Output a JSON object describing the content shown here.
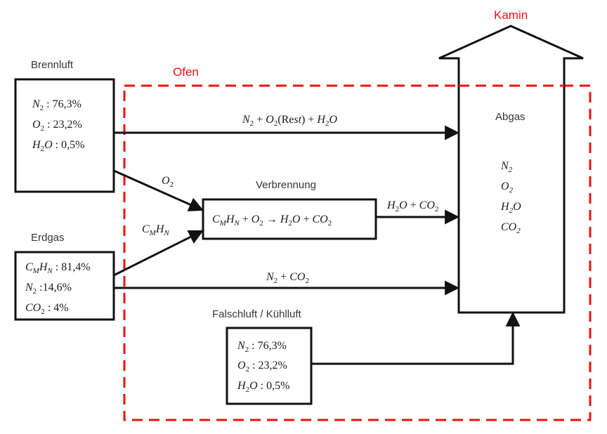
{
  "labels": {
    "brennluft": "Brennluft",
    "erdgas": "Erdgas",
    "ofen": "Ofen",
    "kamin": "Kamin",
    "verbrennung": "Verbrennung",
    "abgas": "Abgas",
    "falschluft": "Falschluft / Kühlluft"
  },
  "brennluft": [
    {
      "species": "N",
      "sub": "2",
      "tail": "",
      "value": ": 76,3%"
    },
    {
      "species": "O",
      "sub": "2",
      "tail": "",
      "value": ": 23,2%"
    },
    {
      "species": "H",
      "sub": "2",
      "tail": "O",
      "value": ": 0,5%"
    }
  ],
  "erdgas": [
    {
      "text": "C_M H_N : 81,4%"
    },
    {
      "text": "N_2 : 14,6%"
    },
    {
      "text": "CO_2 : 4%"
    }
  ],
  "erdgas_values": [
    "81,4%",
    "14,6%",
    "4%"
  ],
  "falschluft": [
    {
      "species": "N",
      "sub": "2",
      "tail": "",
      "value": ": 76,3%"
    },
    {
      "species": "O",
      "sub": "2",
      "tail": "",
      "value": ": 23,2%"
    },
    {
      "species": "H",
      "sub": "2",
      "tail": "O",
      "value": ": 0,5%"
    }
  ],
  "abgas_components": [
    "N2",
    "O2",
    "H2O",
    "CO2"
  ],
  "flows": {
    "top": "N2 + O2 (Rest) + H2O",
    "oxygen": "O2",
    "fuel": "CmHn",
    "combustion_products": "H2O + CO2",
    "bottom": "N2 + CO2",
    "reaction": "CmHn + O2 -> H2O + CO2"
  },
  "colors": {
    "line": "#111111",
    "boundary": "#ee1111",
    "label": "#333344"
  }
}
